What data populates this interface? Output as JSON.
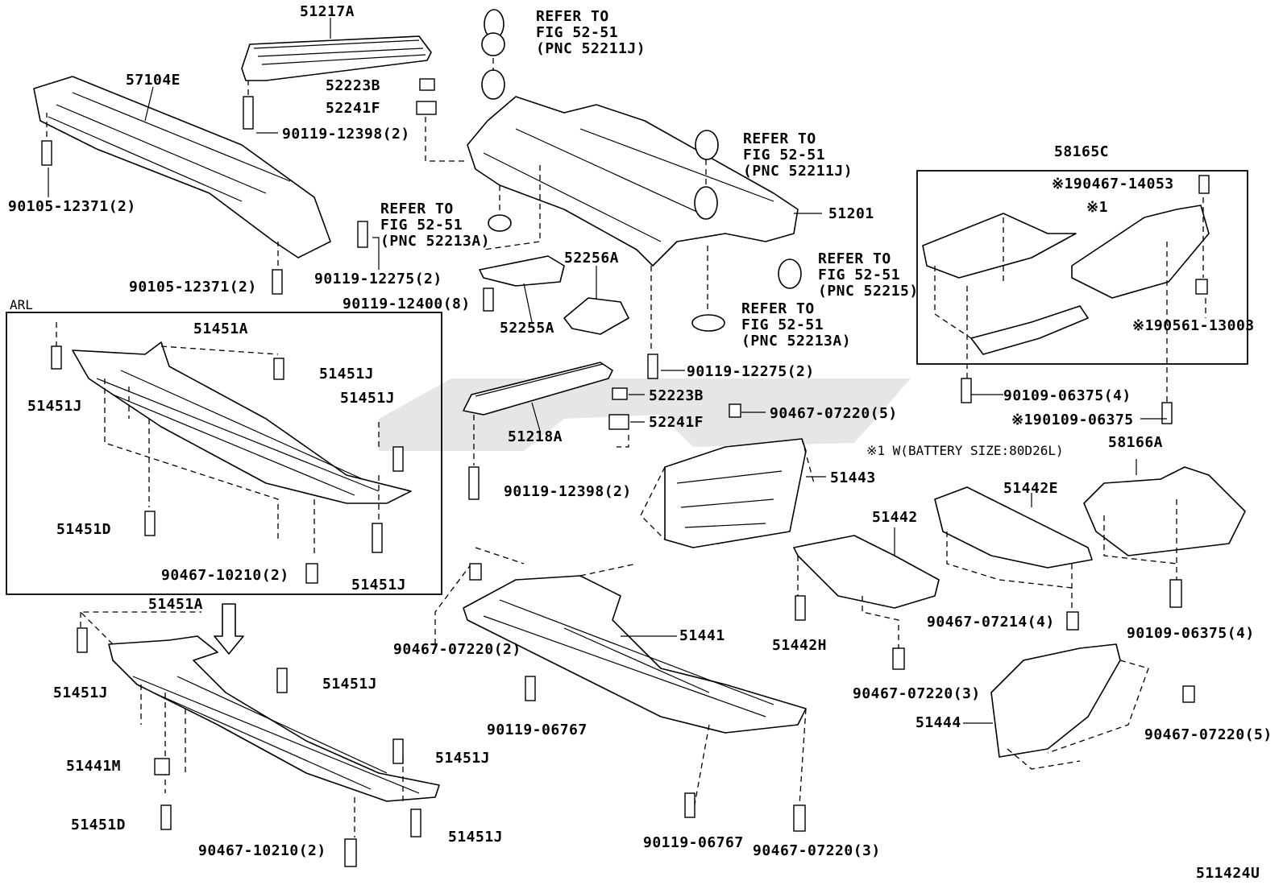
{
  "diagram": {
    "figure_code": "511424U",
    "section_arl": "ARL",
    "note": "※1 W(BATTERY SIZE:80D26L)"
  },
  "colors": {
    "line": "#000000",
    "background": "#ffffff",
    "watermark": "#9a9a9a"
  },
  "labels": {
    "p51217A": "51217A",
    "p57104E": "57104E",
    "p52223B_top": "52223B",
    "p52241F_top": "52241F",
    "b90119_12398_top": "90119-12398(2)",
    "b90105_12371_left": "90105-12371(2)",
    "b90105_12371_bottom": "90105-12371(2)",
    "b90119_12275_left": "90119-12275(2)",
    "b90119_12400": "90119-12400(8)",
    "p52255A": "52255A",
    "p52256A": "52256A",
    "p51201": "51201",
    "b90119_12275_mid": "90119-12275(2)",
    "p52223B_mid": "52223B",
    "p52241F_mid": "52241F",
    "p51218A": "51218A",
    "b90119_12398_mid": "90119-12398(2)",
    "b90467_07220_5_mid": "90467-07220(5)",
    "p51443": "51443",
    "p58165C": "58165C",
    "b90467_14053": "※190467-14053",
    "mark_x1": "※1",
    "b90561_13003": "※190561-13003",
    "b90109_06375_4_top": "90109-06375(4)",
    "b90109_06375_x1": "※190109-06375",
    "p58166A": "58166A",
    "p51442": "51442",
    "p51442E": "51442E",
    "p51442H": "51442H",
    "b90467_07214": "90467-07214(4)",
    "b90109_06375_4_right": "90109-06375(4)",
    "b90467_07220_3_right": "90467-07220(3)",
    "p51444": "51444",
    "b90467_07220_5_right": "90467-07220(5)",
    "p51441": "51441",
    "b90467_07220_2": "90467-07220(2)",
    "b90119_06767_a": "90119-06767",
    "b90119_06767_b": "90119-06767",
    "b90467_07220_3_bottom": "90467-07220(3)",
    "arl_51451A": "51451A",
    "arl_51451J_a": "51451J",
    "arl_51451J_b": "51451J",
    "arl_51451J_c": "51451J",
    "arl_51451J_d": "51451J",
    "arl_51451D": "51451D",
    "arl_90467_10210": "90467-10210(2)",
    "low_51451A": "51451A",
    "low_51451J_a": "51451J",
    "low_51451J_b": "51451J",
    "low_51451J_c": "51451J",
    "low_51451J_d": "51451J",
    "low_51441M": "51441M",
    "low_51451D": "51451D",
    "low_90467_10210": "90467-10210(2)"
  },
  "refs": {
    "r1": [
      "REFER TO",
      "FIG 52-51",
      "(PNC 52211J)"
    ],
    "r2": [
      "REFER TO",
      "FIG 52-51",
      "(PNC 52211J)"
    ],
    "r3": [
      "REFER TO",
      "FIG 52-51",
      "(PNC 52213A)"
    ],
    "r4": [
      "REFER TO",
      "FIG 52-51",
      "(PNC 52215)"
    ],
    "r5": [
      "REFER TO",
      "FIG 52-51",
      "(PNC 52213A)"
    ]
  }
}
